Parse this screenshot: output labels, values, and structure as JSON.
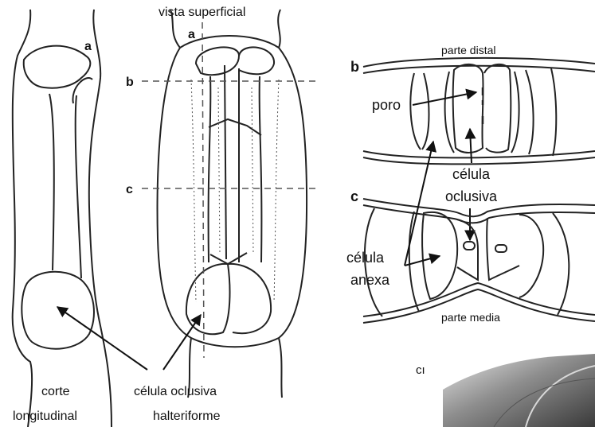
{
  "labels": {
    "top": "vista superficial",
    "a_left": "a",
    "a_top": "a",
    "b_mid": "b",
    "c_mid": "c",
    "b_right": "b",
    "c_right": "c",
    "parte_distal": "parte distal",
    "poro": "poro",
    "celula_oclusiva": [
      "célula",
      "oclusiva"
    ],
    "celula_anexa": [
      "célula",
      "anexa"
    ],
    "parte_media": "parte media",
    "corte_longitudinal": [
      "corte",
      "longitudinal"
    ],
    "celula_oclusiva_halteriforme": [
      "célula oclusiva",
      "halteriforme"
    ],
    "partial_text": "cı"
  },
  "colors": {
    "line": "#222222",
    "dash": "#555555",
    "photo_dark": "#4a4a4a",
    "photo_light": "#bdbdbd"
  }
}
